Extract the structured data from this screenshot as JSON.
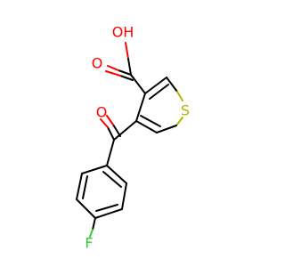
{
  "labels": {
    "hydroxyl": "OH",
    "carboxyl_oxygen": "O",
    "ketone_oxygen": "O",
    "sulfur": "S",
    "fluorine": "F"
  },
  "colors": {
    "oxygen": "#ff0000",
    "sulfur": "#b3b300",
    "fluorine": "#33cc33",
    "carbon_bond": "#000000"
  }
}
